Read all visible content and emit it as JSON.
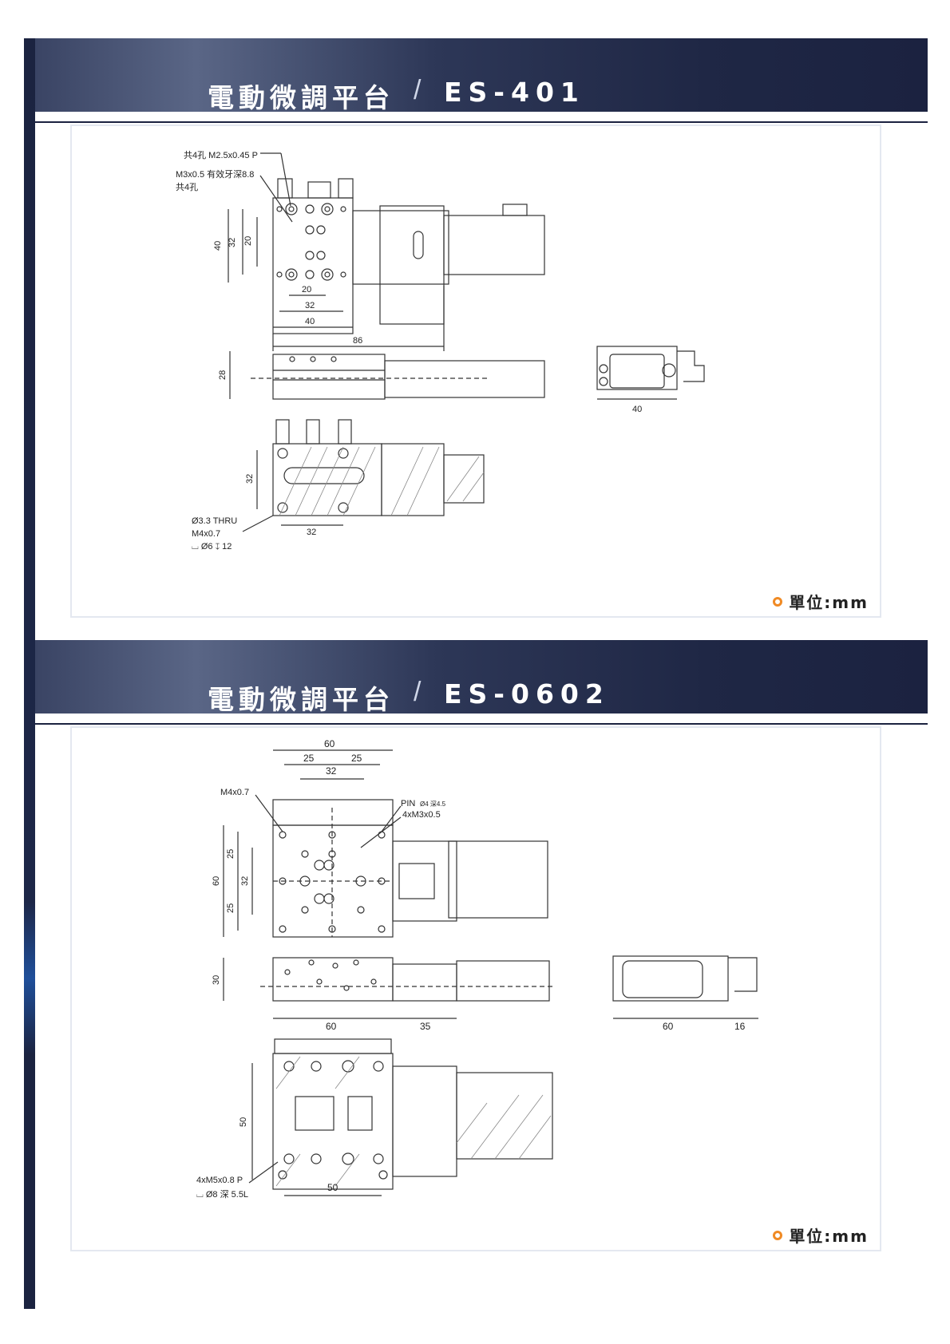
{
  "sections": [
    {
      "title": "電動微調平台",
      "model": "ES-401",
      "unit_label": "單位:mm",
      "annotations": {
        "holes_note": "共4孔 M2.5x0.45 P",
        "thread_note": "M3x0.5 有效牙深8.8",
        "thread_count": "共4孔",
        "thru_note": "Ø3.3 THRU",
        "m4_note": "M4x0.7",
        "cbore_note": "⌴ Ø6 ↧ 12"
      },
      "dims": {
        "d40v": "40",
        "d32v": "32",
        "d20v": "20",
        "d20h": "20",
        "d32h": "32",
        "d40h": "40",
        "d86h": "86",
        "d28v": "28",
        "d40side": "40",
        "d32sec_v": "32",
        "d32sec_h": "32"
      }
    },
    {
      "title": "電動微調平台",
      "model": "ES-0602",
      "unit_label": "單位:mm",
      "annotations": {
        "m4_note": "M4x0.7",
        "pin_note": "PIN",
        "pin_detail": "Ø4 深4.5",
        "m3_note": "4xM3x0.5",
        "m5_note": "4xM5x0.8 P",
        "cbore_note": "⌴ Ø8 深 5.5L"
      },
      "dims": {
        "d60top": "60",
        "d25a": "25",
        "d25b": "25",
        "d32top": "32",
        "d60v": "60",
        "d25va": "25",
        "d32v": "32",
        "d25vb": "25",
        "d30v": "30",
        "d60h": "60",
        "d35h": "35",
        "d60side": "60",
        "d16side": "16",
        "d50v": "50",
        "d50h": "50"
      }
    }
  ],
  "colors": {
    "banner_dark": "#1b2240",
    "unit_icon": "#f08a24",
    "line": "#222222"
  }
}
